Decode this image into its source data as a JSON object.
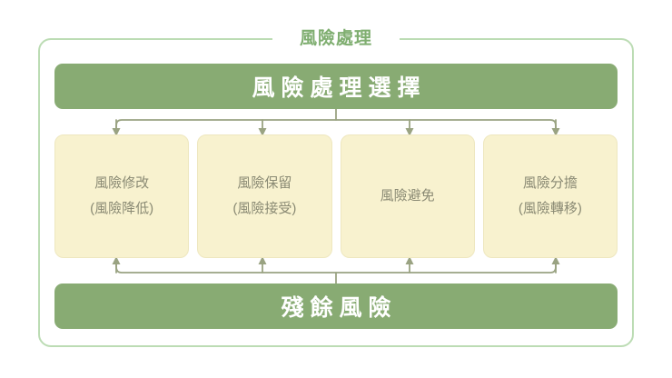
{
  "frame": {
    "caption": "風險處理",
    "caption_color": "#7fae70",
    "border_color": "#bcdcb4"
  },
  "header_bar": {
    "label": "風險處理選擇",
    "background": "#88ab73",
    "text_color": "#ffffff"
  },
  "options": [
    {
      "line1": "風險修改",
      "line2": "(風險降低)"
    },
    {
      "line1": "風險保留",
      "line2": "(風險接受)"
    },
    {
      "line1": "風險避免",
      "line2": ""
    },
    {
      "line1": "風險分擔",
      "line2": "(風險轉移)"
    }
  ],
  "option_style": {
    "background": "#f8f2cf",
    "border": "#eee7bf",
    "text_color": "#8a8a74"
  },
  "footer_bar": {
    "label": "殘餘風險",
    "background": "#88ab73",
    "text_color": "#ffffff"
  },
  "connectors": {
    "color": "#9aa382",
    "down_arrow_count": 4,
    "up_arrow_count": 4
  }
}
